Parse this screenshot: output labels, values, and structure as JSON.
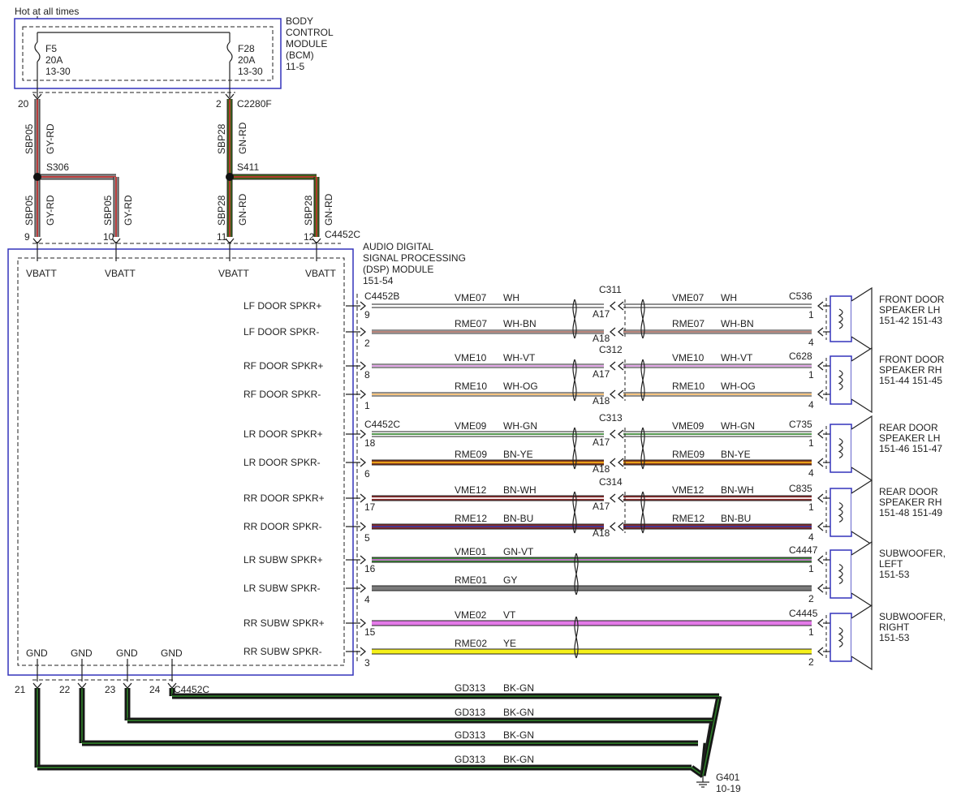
{
  "title": "Hot at all times",
  "bcm": {
    "label": [
      "BODY",
      "CONTROL",
      "MODULE",
      "(BCM)",
      "11-5"
    ],
    "fuses": [
      {
        "name": "F5",
        "amps": "20A",
        "ref": "13-30"
      },
      {
        "name": "F28",
        "amps": "20A",
        "ref": "13-30"
      }
    ],
    "pins": [
      "20",
      "2"
    ],
    "connector": "C2280F"
  },
  "splices": [
    {
      "name": "S306",
      "wire": "SBP05",
      "color": "GY-RD"
    },
    {
      "name": "S411",
      "wire": "SBP28",
      "color": "GN-RD"
    }
  ],
  "power_feeds": [
    {
      "pin": "9",
      "wire": "SBP05",
      "color": "GY-RD",
      "label": "VBATT"
    },
    {
      "pin": "10",
      "wire": "SBP05",
      "color": "GY-RD",
      "label": "VBATT"
    },
    {
      "pin": "11",
      "wire": "SBP28",
      "color": "GN-RD",
      "label": "VBATT"
    },
    {
      "pin": "12",
      "wire": "SBP28",
      "color": "GN-RD",
      "label": "VBATT"
    }
  ],
  "dsp_connector": "C4452C",
  "dsp": {
    "label": [
      "AUDIO DIGITAL",
      "SIGNAL PROCESSING",
      "(DSP) MODULE",
      "151-54"
    ]
  },
  "groups": [
    {
      "conn_label": "C4452B",
      "inline": "C311",
      "inline_pins": [
        "A17",
        "A18"
      ],
      "spk_conn": "C536",
      "speaker": [
        "FRONT DOOR",
        "SPEAKER LH",
        "151-42  151-43"
      ],
      "wires": [
        {
          "term": "LF DOOR SPKR+",
          "pin": "9",
          "circuit": "VME07",
          "color": "WH",
          "spk_pin": "1"
        },
        {
          "term": "LF DOOR SPKR-",
          "pin": "2",
          "circuit": "RME07",
          "color": "WH-BN",
          "spk_pin": "4"
        }
      ]
    },
    {
      "conn_label": "",
      "inline": "C312",
      "inline_pins": [
        "A17",
        "A18"
      ],
      "spk_conn": "C628",
      "speaker": [
        "FRONT DOOR",
        "SPEAKER RH",
        "151-44  151-45"
      ],
      "wires": [
        {
          "term": "RF DOOR SPKR+",
          "pin": "8",
          "circuit": "VME10",
          "color": "WH-VT",
          "spk_pin": "1"
        },
        {
          "term": "RF DOOR SPKR-",
          "pin": "1",
          "circuit": "RME10",
          "color": "WH-OG",
          "spk_pin": "4"
        }
      ]
    },
    {
      "conn_label": "C4452C",
      "inline": "C313",
      "inline_pins": [
        "A17",
        "A18"
      ],
      "spk_conn": "C735",
      "speaker": [
        "REAR DOOR",
        "SPEAKER LH",
        "151-46  151-47"
      ],
      "wires": [
        {
          "term": "LR DOOR SPKR+",
          "pin": "18",
          "circuit": "VME09",
          "color": "WH-GN",
          "spk_pin": "1"
        },
        {
          "term": "LR DOOR SPKR-",
          "pin": "6",
          "circuit": "RME09",
          "color": "BN-YE",
          "spk_pin": "4"
        }
      ]
    },
    {
      "conn_label": "",
      "inline": "C314",
      "inline_pins": [
        "A17",
        "A18"
      ],
      "spk_conn": "C835",
      "speaker": [
        "REAR DOOR",
        "SPEAKER RH",
        "151-48  151-49"
      ],
      "wires": [
        {
          "term": "RR DOOR SPKR+",
          "pin": "17",
          "circuit": "VME12",
          "color": "BN-WH",
          "spk_pin": "1"
        },
        {
          "term": "RR DOOR SPKR-",
          "pin": "5",
          "circuit": "RME12",
          "color": "BN-BU",
          "spk_pin": "4"
        }
      ]
    },
    {
      "conn_label": "",
      "inline": "",
      "inline_pins": [],
      "spk_conn": "C4447",
      "speaker": [
        "SUBWOOFER,",
        "LEFT",
        "151-53"
      ],
      "wires": [
        {
          "term": "LR SUBW SPKR+",
          "pin": "16",
          "circuit": "VME01",
          "color": "GN-VT",
          "spk_pin": "1"
        },
        {
          "term": "LR SUBW SPKR-",
          "pin": "4",
          "circuit": "RME01",
          "color": "GY",
          "spk_pin": "2"
        }
      ]
    },
    {
      "conn_label": "",
      "inline": "",
      "inline_pins": [],
      "spk_conn": "C4445",
      "speaker": [
        "SUBWOOFER,",
        "RIGHT",
        "151-53"
      ],
      "wires": [
        {
          "term": "RR SUBW SPKR+",
          "pin": "15",
          "circuit": "VME02",
          "color": "VT",
          "spk_pin": "1"
        },
        {
          "term": "RR SUBW SPKR-",
          "pin": "3",
          "circuit": "RME02",
          "color": "YE",
          "spk_pin": "2"
        }
      ]
    }
  ],
  "grounds": {
    "terms": [
      "GND",
      "GND",
      "GND",
      "GND"
    ],
    "pins": [
      "21",
      "22",
      "23",
      "24"
    ],
    "connector": "C4452C",
    "circuits": [
      {
        "circuit": "GD313",
        "color": "BK-GN"
      },
      {
        "circuit": "GD313",
        "color": "BK-GN"
      },
      {
        "circuit": "GD313",
        "color": "BK-GN"
      },
      {
        "circuit": "GD313",
        "color": "BK-GN"
      }
    ],
    "point": "G401",
    "ref": "10-19"
  },
  "wire_colors": {
    "WH": [
      "#ffffff",
      "#ffffff"
    ],
    "WH-BN": [
      "#ffffff",
      "#8b3a2a"
    ],
    "WH-VT": [
      "#ffffff",
      "#cf6fd6"
    ],
    "WH-OG": [
      "#ffffff",
      "#f0a030"
    ],
    "WH-GN": [
      "#ffffff",
      "#3f8a3a"
    ],
    "BN-YE": [
      "#8b3a1a",
      "#f3b21b"
    ],
    "BN-WH": [
      "#8b2a2a",
      "#ffffff"
    ],
    "BN-BU": [
      "#8b2a2a",
      "#3a3aa0"
    ],
    "GN-VT": [
      "#3f8a3a",
      "#cf6fd6"
    ],
    "GY": [
      "#7a7a7a",
      "#7a7a7a"
    ],
    "VT": [
      "#e37ae8",
      "#e37ae8"
    ],
    "YE": [
      "#f5f01a",
      "#f5f01a"
    ],
    "GY-RD": [
      "#909090",
      "#c03030"
    ],
    "GN-RD": [
      "#3f6a1a",
      "#c03030"
    ],
    "BK-GN": [
      "#111111",
      "#2f7a2a"
    ]
  },
  "module_border": "#3333bb"
}
